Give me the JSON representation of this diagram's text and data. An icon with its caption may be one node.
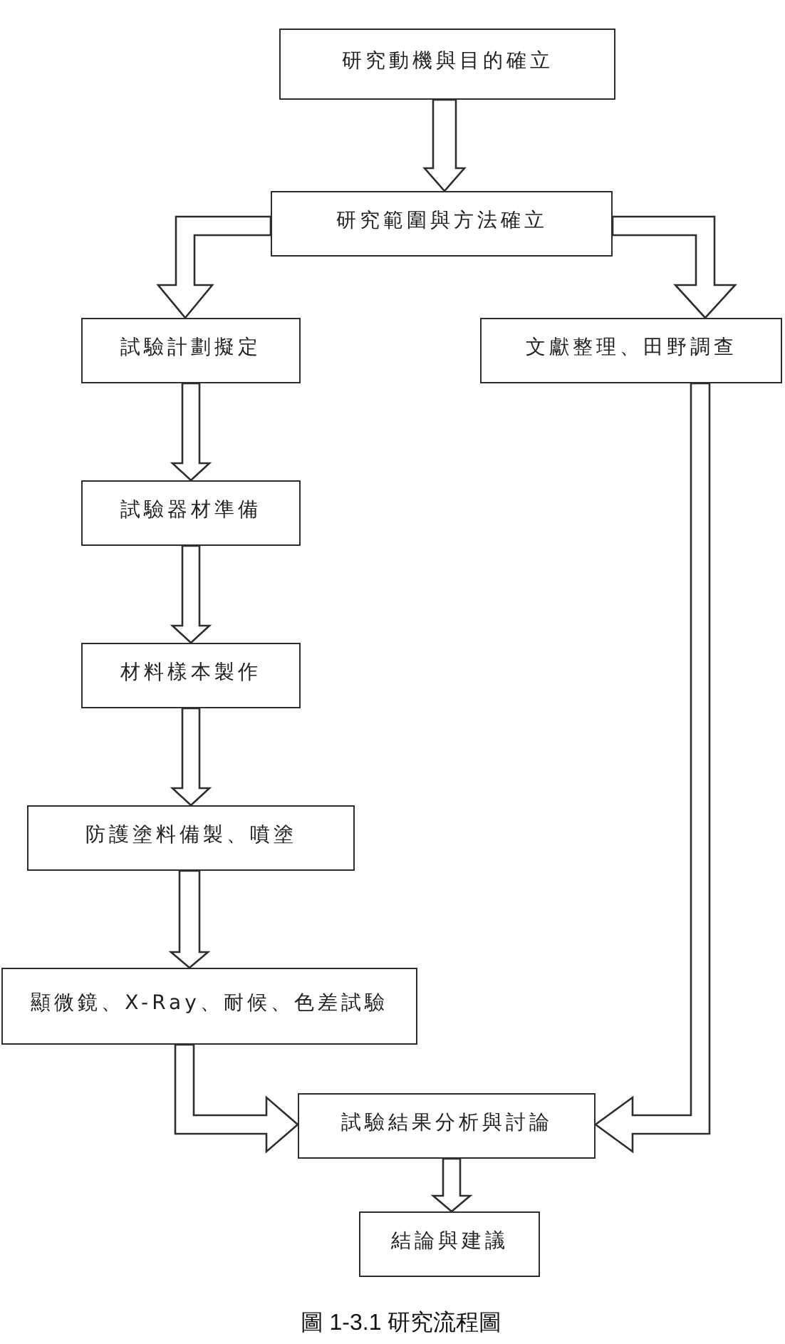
{
  "diagram": {
    "caption": "圖 1-3.1 研究流程圖",
    "nodes": [
      {
        "text": [
          "研究動機與目的確立"
        ]
      },
      {
        "text": [
          "研究範圍與方法確立"
        ]
      },
      {
        "text": [
          "試驗計劃擬定"
        ]
      },
      {
        "text": [
          "文獻整理、田野調查"
        ]
      },
      {
        "text": [
          "試驗器材準備"
        ]
      },
      {
        "text": [
          "材料樣本製作"
        ]
      },
      {
        "text": [
          "防護塗料備製、噴塗"
        ]
      },
      {
        "text": [
          "顯微鏡、X-Ray、耐候、色差試驗"
        ]
      },
      {
        "text": [
          "試驗結果分析與討論"
        ]
      },
      {
        "text": [
          "結論與建議"
        ]
      }
    ],
    "edges": [
      {
        "from": 0,
        "to": 1,
        "arrow": "to"
      },
      {
        "from": 1,
        "to": 2,
        "arrow": "to"
      },
      {
        "from": 1,
        "to": 3,
        "arrow": "to"
      },
      {
        "from": 2,
        "to": 4,
        "arrow": "to"
      },
      {
        "from": 4,
        "to": 5,
        "arrow": "to"
      },
      {
        "from": 5,
        "to": 6,
        "arrow": "to"
      },
      {
        "from": 6,
        "to": 7,
        "arrow": "to"
      },
      {
        "from": 7,
        "to": 8,
        "arrow": "to"
      },
      {
        "from": 3,
        "to": 8,
        "arrow": "to"
      },
      {
        "from": 8,
        "to": 9,
        "arrow": "to"
      }
    ]
  }
}
